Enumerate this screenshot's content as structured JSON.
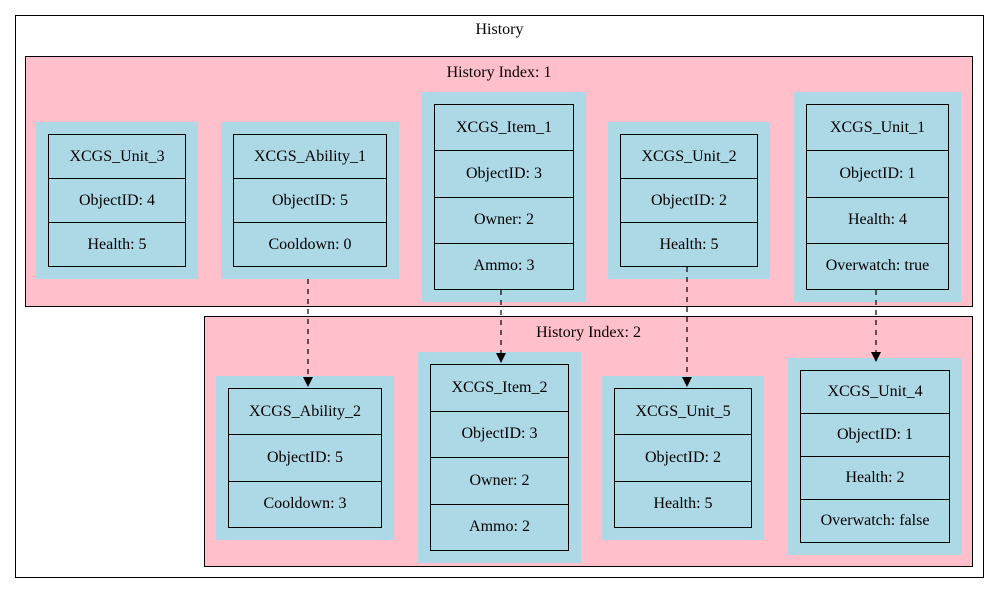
{
  "history": {
    "title": "History",
    "clusters": [
      {
        "title": "History Index: 1",
        "nodes": [
          {
            "name": "XCGS_Unit_3",
            "fields": [
              "ObjectID: 4",
              "Health: 5"
            ]
          },
          {
            "name": "XCGS_Ability_1",
            "fields": [
              "ObjectID: 5",
              "Cooldown: 0"
            ]
          },
          {
            "name": "XCGS_Item_1",
            "fields": [
              "ObjectID: 3",
              "Owner: 2",
              "Ammo: 3"
            ]
          },
          {
            "name": "XCGS_Unit_2",
            "fields": [
              "ObjectID: 2",
              "Health: 5"
            ]
          },
          {
            "name": "XCGS_Unit_1",
            "fields": [
              "ObjectID: 1",
              "Health: 4",
              "Overwatch: true"
            ]
          }
        ]
      },
      {
        "title": "History Index: 2",
        "nodes": [
          {
            "name": "XCGS_Ability_2",
            "fields": [
              "ObjectID: 5",
              "Cooldown: 3"
            ]
          },
          {
            "name": "XCGS_Item_2",
            "fields": [
              "ObjectID: 3",
              "Owner: 2",
              "Ammo: 2"
            ]
          },
          {
            "name": "XCGS_Unit_5",
            "fields": [
              "ObjectID: 2",
              "Health: 5"
            ]
          },
          {
            "name": "XCGS_Unit_4",
            "fields": [
              "ObjectID: 1",
              "Health: 2",
              "Overwatch: false"
            ]
          }
        ]
      }
    ],
    "edges": [
      {
        "from": "XCGS_Ability_1",
        "to": "XCGS_Ability_2",
        "style": "dashed"
      },
      {
        "from": "XCGS_Item_1",
        "to": "XCGS_Item_2",
        "style": "dashed"
      },
      {
        "from": "XCGS_Unit_2",
        "to": "XCGS_Unit_5",
        "style": "dashed"
      },
      {
        "from": "XCGS_Unit_1",
        "to": "XCGS_Unit_4",
        "style": "dashed"
      }
    ],
    "colors": {
      "cluster_fill": "#ffc0cb",
      "node_fill": "#add8e6",
      "line": "#000000"
    }
  }
}
